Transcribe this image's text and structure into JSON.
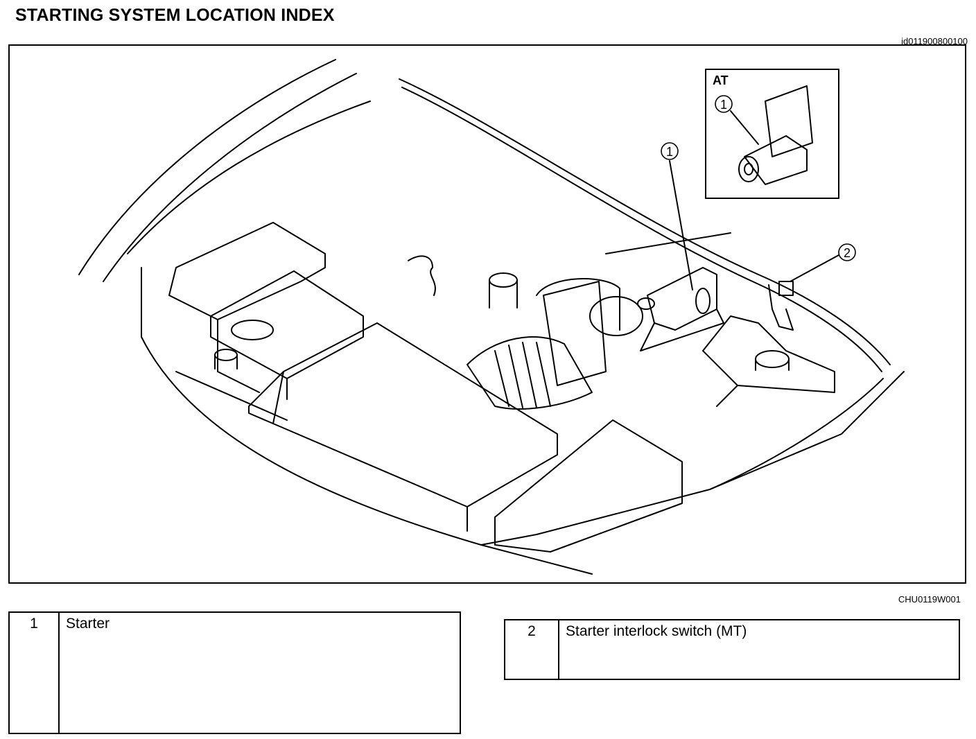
{
  "title": "STARTING SYSTEM LOCATION INDEX",
  "doc_id": "id011900800100",
  "figure": {
    "id": "CHU0119W001",
    "inset_label": "AT",
    "callouts": [
      "1",
      "1",
      "2"
    ]
  },
  "legend": [
    {
      "number": "1",
      "description": "Starter"
    },
    {
      "number": "2",
      "description": "Starter interlock switch (MT)"
    }
  ]
}
